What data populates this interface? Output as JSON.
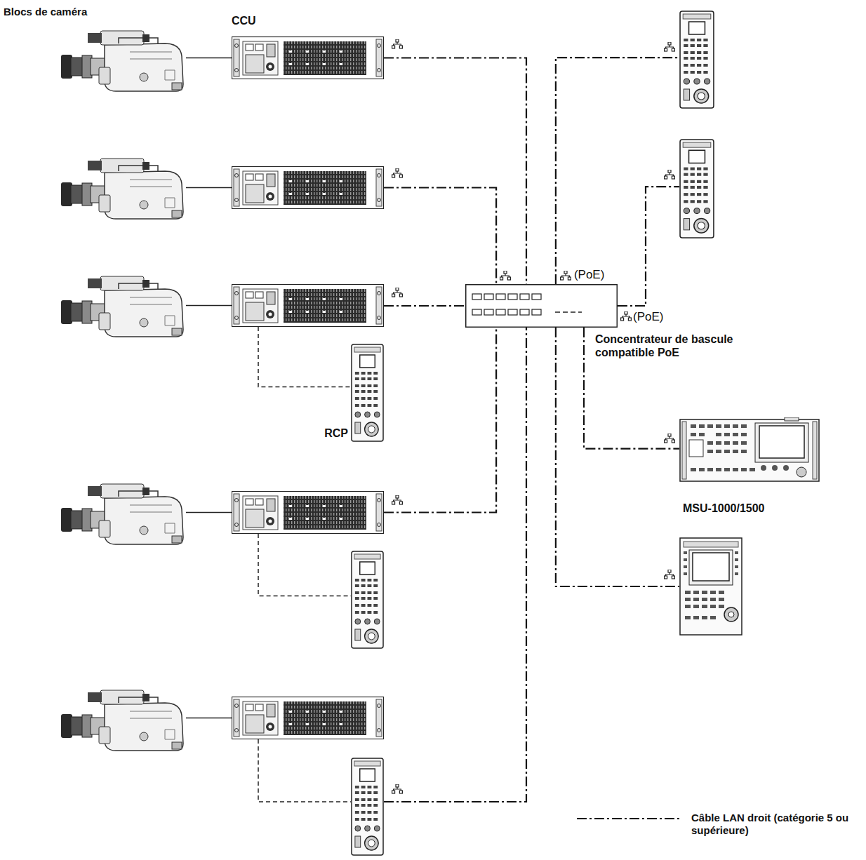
{
  "diagram": {
    "nodes": [
      {
        "text": []
      },
      {
        "text": [
          "CCU"
        ]
      },
      {
        "text": []
      },
      {
        "text": []
      },
      {
        "text": []
      },
      {
        "text": []
      },
      {
        "text": []
      },
      {
        "text": []
      },
      {
        "text": [
          "Concentrateur de bascule compatible PoE"
        ]
      },
      {
        "text": [
          "RCP"
        ]
      },
      {
        "text": [
          "MSU-1000/1500"
        ]
      },
      {
        "text": []
      },
      {
        "text": []
      },
      {
        "text": []
      },
      {
        "text": []
      },
      {
        "text": []
      },
      {
        "text": []
      },
      {
        "text": []
      }
    ],
    "edges": [
      {
        "from": 0,
        "to": 1,
        "arrow": "none"
      },
      {
        "from": 3,
        "to": 4,
        "arrow": "none"
      },
      {
        "from": 6,
        "to": 7,
        "arrow": "none"
      },
      {
        "from": 11,
        "to": 12,
        "arrow": "none"
      },
      {
        "from": 15,
        "to": 16,
        "arrow": "none"
      },
      {
        "from": 1,
        "to": 8,
        "arrow": "none"
      },
      {
        "from": 4,
        "to": 8,
        "arrow": "none"
      },
      {
        "from": 7,
        "to": 8,
        "arrow": "none"
      },
      {
        "from": 12,
        "to": 8,
        "arrow": "none"
      },
      {
        "from": 17,
        "to": 8,
        "arrow": "none"
      },
      {
        "from": 8,
        "to": 2,
        "label": "(PoE)",
        "arrow": "none"
      },
      {
        "from": 8,
        "to": 5,
        "label": "(PoE)",
        "arrow": "none"
      },
      {
        "from": 8,
        "to": 10,
        "arrow": "none"
      },
      {
        "from": 8,
        "to": 14,
        "arrow": "none"
      },
      {
        "from": 7,
        "to": 9,
        "arrow": "none"
      },
      {
        "from": 12,
        "to": 13,
        "arrow": "none"
      },
      {
        "from": 16,
        "to": 17,
        "arrow": "none"
      }
    ],
    "labels": [
      "Blocs de caméra"
    ],
    "legend": [
      {
        "text": "Câble LAN droit (catégorie 5 ou supérieure)"
      }
    ]
  }
}
